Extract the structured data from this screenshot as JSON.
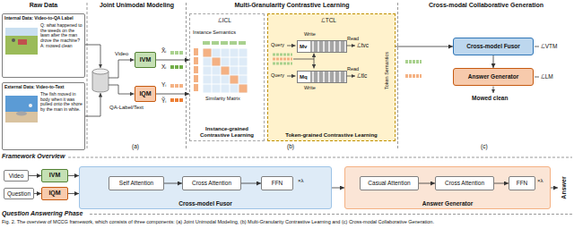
{
  "diagram": {
    "caption": "Fig. 2. The overview of MCCG framework, which consists of three components: (a) Joint Unimodal Modeling, (b) Multi-Granularity Contrastive Learning and (c) Cross-modal Collaborative Generation.",
    "nodes": [
      {
        "text": [
          "Raw Data"
        ]
      },
      {
        "text": [
          "Internal Data: Video-to-QA Label",
          "Q: what happened to the weeds on the lawn after the man drove the machine? A: mowed clean"
        ],
        "in": 0
      },
      {
        "text": [
          "External Data: Video-to-Text",
          "The fish moved in body when it was pulled onto the shore by the man in white."
        ],
        "in": 0
      },
      {
        "text": [
          "Joint Unimodal Modeling"
        ]
      },
      {
        "text": [
          "IVM"
        ],
        "in": 3
      },
      {
        "text": [
          "IQM"
        ],
        "in": 3
      },
      {
        "text": [
          "Multi-Granularity Contrastive Learning"
        ]
      },
      {
        "text": [
          "Instance-grained Contrastive Learning"
        ],
        "in": 6
      },
      {
        "text": [
          "Token-grained Contrastive Learning"
        ],
        "in": 6
      },
      {
        "text": [
          "Mv"
        ],
        "in": 8
      },
      {
        "text": [
          "Mq"
        ],
        "in": 8
      },
      {
        "text": [
          "Cross-modal Collaborative Generation"
        ]
      },
      {
        "text": [
          "Cross-model Fusor"
        ],
        "in": 11
      },
      {
        "text": [
          "Answer Generator"
        ],
        "in": 11
      },
      {
        "text": [
          "Video"
        ]
      },
      {
        "text": [
          "IVM"
        ]
      },
      {
        "text": [
          "Question"
        ]
      },
      {
        "text": [
          "IQM"
        ]
      },
      {
        "text": [
          "Cross-model Fusor"
        ]
      },
      {
        "text": [
          "Self Attention"
        ],
        "in": 18
      },
      {
        "text": [
          "Cross Attention"
        ],
        "in": 18
      },
      {
        "text": [
          "FFN"
        ],
        "in": 18
      },
      {
        "text": [
          "Answer Generator"
        ]
      },
      {
        "text": [
          "Casual Attention"
        ],
        "in": 22
      },
      {
        "text": [
          "Cross Attention"
        ],
        "in": 22
      },
      {
        "text": [
          "FFN"
        ],
        "in": 22
      },
      {
        "text": [
          "Answer"
        ]
      }
    ],
    "edges": [
      {
        "from": 4,
        "to": 7,
        "arrow": "to"
      },
      {
        "from": 5,
        "to": 7,
        "arrow": "to"
      },
      {
        "from": 8,
        "to": 12,
        "arrow": "to"
      },
      {
        "from": 12,
        "to": 13,
        "arrow": "to"
      },
      {
        "from": 14,
        "to": 15,
        "arrow": "to"
      },
      {
        "from": 16,
        "to": 17,
        "arrow": "to"
      },
      {
        "from": 15,
        "to": 18,
        "arrow": "to"
      },
      {
        "from": 17,
        "to": 18,
        "arrow": "to"
      },
      {
        "from": 19,
        "to": 20,
        "arrow": "to"
      },
      {
        "from": 20,
        "to": 21,
        "arrow": "to"
      },
      {
        "from": 18,
        "to": 22,
        "arrow": "to"
      },
      {
        "from": 23,
        "to": 24,
        "arrow": "to"
      },
      {
        "from": 24,
        "to": 25,
        "arrow": "to"
      },
      {
        "from": 22,
        "to": 26,
        "arrow": "to"
      }
    ],
    "labels": [
      "Framework Overview",
      "Video",
      "QA-Label/Text",
      "X̃ᵢ",
      "Xᵢ",
      "Yᵢ",
      "Ỹᵢ",
      "(a)",
      "ℒICL",
      "Instance Semantics",
      "Similarity Matrix",
      "ℒTCL",
      "Query",
      "Write",
      "Read",
      "ℒtvc",
      "Query",
      "Write",
      "Read",
      "ℒtlc",
      "Token Semantics",
      "(b)",
      "ℒVTM",
      "ℒLM",
      "Mowed clean",
      "(c)",
      "×λ",
      "×λ",
      "Question Answering Phase"
    ]
  }
}
